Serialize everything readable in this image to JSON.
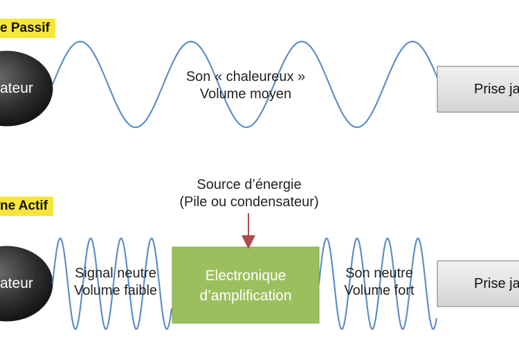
{
  "passive": {
    "heading": "e Passif",
    "source_label": "ateur",
    "signal_line1": "Son « chaleureux »",
    "signal_line2": "Volume moyen",
    "jack_label": "Prise ja"
  },
  "active": {
    "heading": "ne Actif",
    "source_label": "ateur",
    "energy_line1": "Source d’énergie",
    "energy_line2": "(Pile ou condensateur)",
    "input_line1": "Signal neutre",
    "input_line2": "Volume faible",
    "amp_line1": "Electronique",
    "amp_line2": "d’amplification",
    "output_line1": "Son neutre",
    "output_line2": "Volume fort",
    "jack_label": "Prise ja"
  },
  "colors": {
    "highlight": "#f6e53a",
    "wave": "#5b8fc4",
    "amp_box": "#9cbf5e",
    "jack_box": "#e2e2e2",
    "arrow": "#b04a4a"
  }
}
